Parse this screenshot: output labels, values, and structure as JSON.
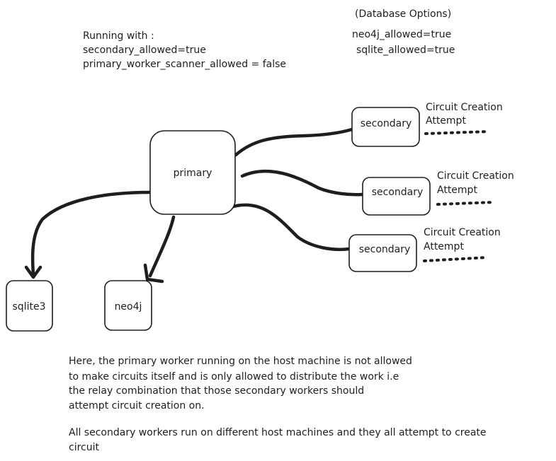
{
  "config_note": {
    "line1": "Running with :",
    "line2": "secondary_allowed=true",
    "line3": "primary_worker_scanner_allowed = false"
  },
  "db_options": {
    "title": "(Database Options)",
    "line1": "neo4j_allowed=true",
    "line2": "sqlite_allowed=true"
  },
  "nodes": {
    "primary": "primary",
    "secondary_1": "secondary",
    "secondary_2": "secondary",
    "secondary_3": "secondary",
    "sqlite": "sqlite3",
    "neo4j": "neo4j"
  },
  "attempts": {
    "a1_line1": "Circuit Creation",
    "a1_line2": "Attempt",
    "a2_line1": "Circuit Creation",
    "a2_line2": "Attempt",
    "a3_line1": "Circuit Creation",
    "a3_line2": "Attempt"
  },
  "explanation": {
    "p1_l1": "Here, the primary worker running on the host machine is not allowed",
    "p1_l2": "to make circuits itself and is only allowed to distribute the work i.e",
    "p1_l3": " the relay combination that those secondary workers should",
    "p1_l4": "attempt circuit creation on.",
    "p2_l1": "All secondary workers run on different host machines and they all attempt to create",
    "p2_l2": "circuit"
  }
}
